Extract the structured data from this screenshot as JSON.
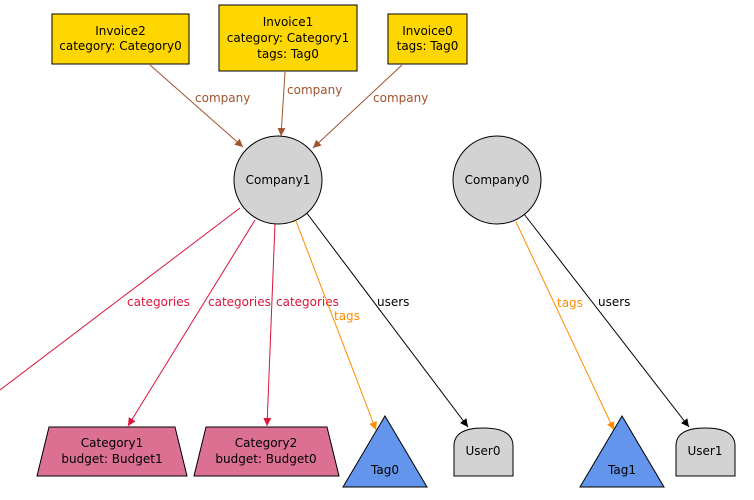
{
  "nodes": {
    "invoice2": {
      "lines": [
        "Invoice2",
        "category: Category0"
      ],
      "fill": "#FFD700"
    },
    "invoice1": {
      "lines": [
        "Invoice1",
        "category: Category1",
        "tags: Tag0"
      ],
      "fill": "#FFD700"
    },
    "invoice0": {
      "lines": [
        "Invoice0",
        "tags: Tag0"
      ],
      "fill": "#FFD700"
    },
    "company1": {
      "lines": [
        "Company1"
      ],
      "fill": "#D3D3D3"
    },
    "company0": {
      "lines": [
        "Company0"
      ],
      "fill": "#D3D3D3"
    },
    "category1": {
      "lines": [
        "Category1",
        "budget: Budget1"
      ],
      "fill": "#DB7093"
    },
    "category2": {
      "lines": [
        "Category2",
        "budget: Budget0"
      ],
      "fill": "#DB7093"
    },
    "tag0": {
      "lines": [
        "Tag0"
      ],
      "fill": "#6495ED"
    },
    "tag1": {
      "lines": [
        "Tag1"
      ],
      "fill": "#6495ED"
    },
    "user0": {
      "lines": [
        "User0"
      ],
      "fill": "#D3D3D3"
    },
    "user1": {
      "lines": [
        "User1"
      ],
      "fill": "#D3D3D3"
    }
  },
  "edges": {
    "invoice2_company": {
      "label": "company",
      "color": "#A0522D"
    },
    "invoice1_company": {
      "label": "company",
      "color": "#A0522D"
    },
    "invoice0_company": {
      "label": "company",
      "color": "#A0522D"
    },
    "company1_categories_offscreen": {
      "label": "categories",
      "color": "#DC143C"
    },
    "company1_categories_cat1": {
      "label": "categories",
      "color": "#DC143C"
    },
    "company1_categories_cat2": {
      "label": "categories",
      "color": "#DC143C"
    },
    "company1_tags": {
      "label": "tags",
      "color": "#FF8C00"
    },
    "company1_users": {
      "label": "users",
      "color": "#000000"
    },
    "company0_tags": {
      "label": "tags",
      "color": "#FF8C00"
    },
    "company0_users": {
      "label": "users",
      "color": "#000000"
    }
  }
}
